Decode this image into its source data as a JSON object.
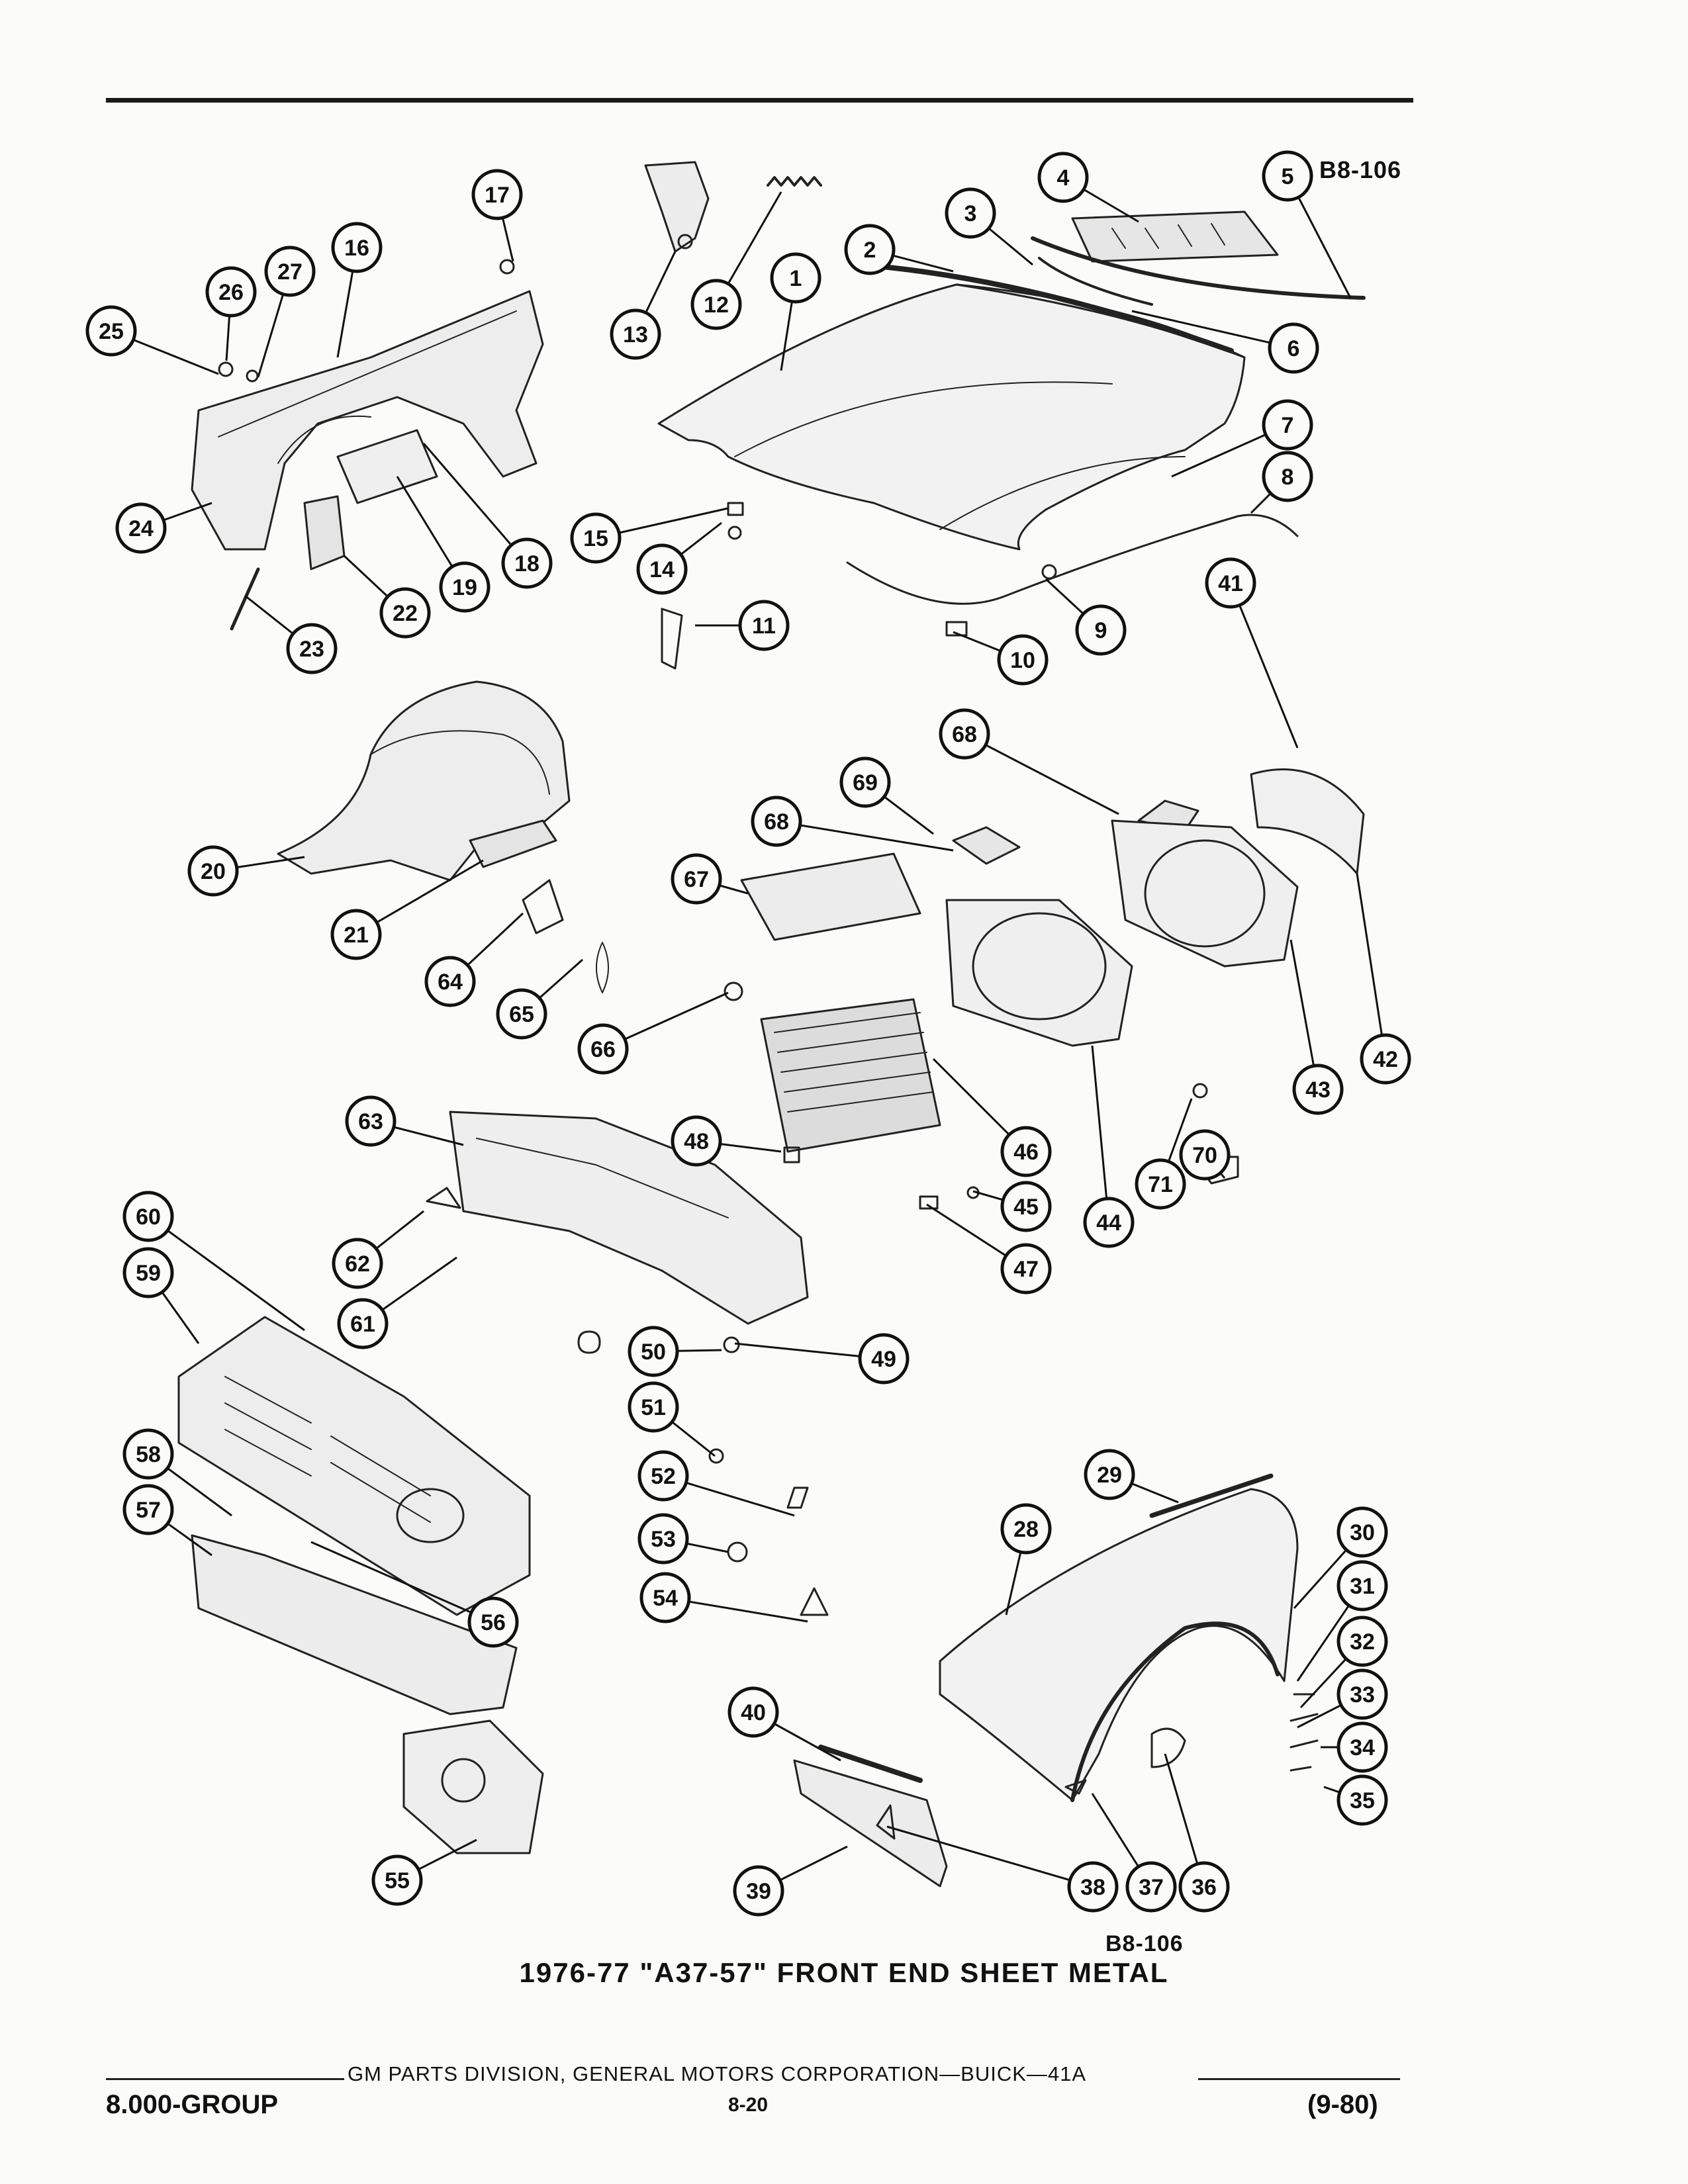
{
  "reference_code": "B8-106",
  "caption": "1976-77 \"A37-57\" FRONT END SHEET METAL",
  "footer": {
    "publisher": "GM PARTS DIVISION, GENERAL MOTORS CORPORATION—BUICK—41A",
    "group": "8.000-GROUP",
    "page": "8-20",
    "date": "(9-80)"
  },
  "callouts": [
    "1",
    "2",
    "3",
    "4",
    "5",
    "6",
    "7",
    "8",
    "9",
    "10",
    "11",
    "12",
    "13",
    "14",
    "15",
    "16",
    "17",
    "18",
    "19",
    "20",
    "21",
    "22",
    "23",
    "24",
    "25",
    "26",
    "27",
    "28",
    "29",
    "30",
    "31",
    "32",
    "33",
    "34",
    "35",
    "36",
    "37",
    "38",
    "39",
    "40",
    "41",
    "42",
    "43",
    "44",
    "45",
    "46",
    "47",
    "48",
    "49",
    "50",
    "51",
    "52",
    "53",
    "54",
    "55",
    "56",
    "57",
    "58",
    "59",
    "60",
    "61",
    "62",
    "63",
    "64",
    "65",
    "66",
    "67",
    "68",
    "68",
    "69",
    "70",
    "71"
  ]
}
